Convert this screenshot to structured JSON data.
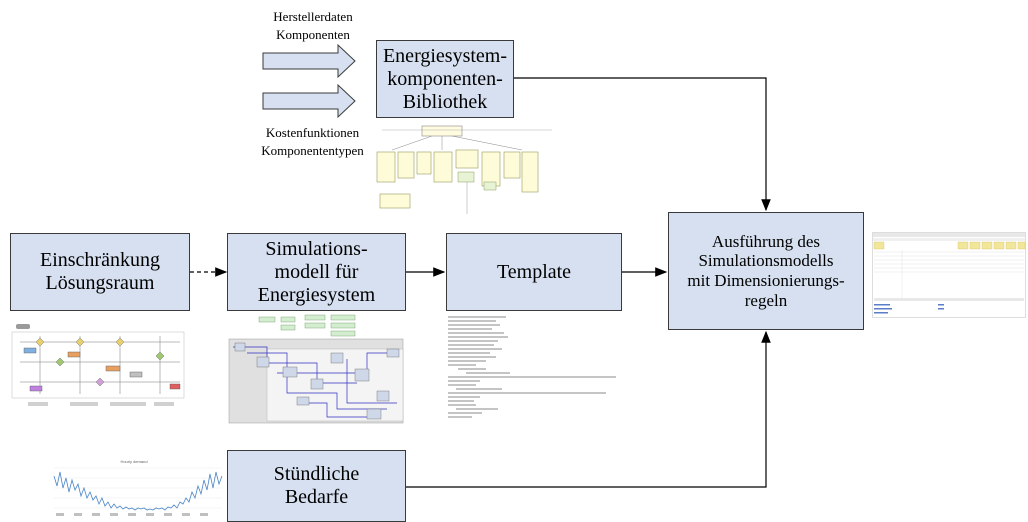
{
  "inputs": {
    "hersteller": "Herstellerdaten\nKomponenten",
    "kosten": "Kostenfunktionen\nKomponententypen"
  },
  "boxes": {
    "bibliothek": "Energiesystem-\nkomponenten-\nBibliothek",
    "einschraenkung": "Einschränkung\nLösungsraum",
    "simulation": "Simulations-\nmodell für\nEnergiesystem",
    "template": "Template",
    "ausfuehrung": "Ausführung des\nSimulationsmodells\nmit Dimensionierungs-\nregeln",
    "bedarfe": "Stündliche\nBedarfe"
  },
  "chart_thumb": {
    "title": "Hourly demand"
  },
  "colors": {
    "box_fill": "#d6e0f0",
    "box_border": "#3a3a3a",
    "line_series": "#4a86c8"
  }
}
